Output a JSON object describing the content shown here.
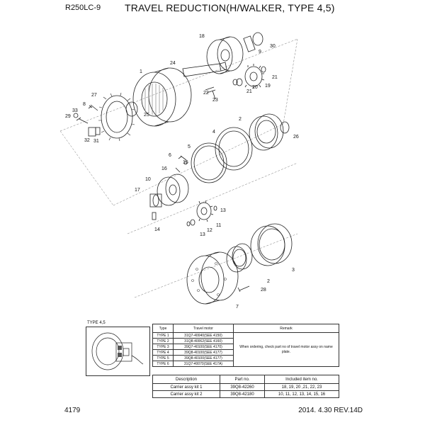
{
  "header": {
    "model": "R250LC-9",
    "title": "TRAVEL REDUCTION(H/WALKER, TYPE 4,5)"
  },
  "callouts": [
    "1",
    "2",
    "2",
    "3",
    "4",
    "5",
    "6",
    "7",
    "8",
    "9",
    "10",
    "11",
    "12",
    "13",
    "13",
    "14",
    "15",
    "16",
    "17",
    "18",
    "19",
    "20",
    "21",
    "21",
    "22",
    "23",
    "24",
    "25",
    "26",
    "27",
    "28",
    "29",
    "30",
    "31",
    "32",
    "33"
  ],
  "type_caption": "TYPE 4,5",
  "motor_table": {
    "headers": [
      "Type",
      "Travel motor",
      "Remark"
    ],
    "rows": [
      [
        "TYPE 1",
        "31Q7-40040(SEE 4150)"
      ],
      [
        "TYPE 2",
        "31Q8-40062(SEE 4160)"
      ],
      [
        "TYPE 3",
        "39Q7-40100(SEE 4170)"
      ],
      [
        "TYPE 4",
        "39Q8-40100(SEE 4177)"
      ],
      [
        "TYPE 5",
        "39Q8-40100(SEE 4177)"
      ],
      [
        "TYPE 6",
        "31Q7-40070(SEE 417A)"
      ]
    ],
    "remark": "When ordering, check part no of travel motor assy on name plate."
  },
  "kit_table": {
    "headers": [
      "Description",
      "Part no.",
      "Included item no."
    ],
    "rows": [
      [
        "Carrier assy kit 1",
        "39Q8-42260",
        "18, 19, 20 ,21, 22, 23"
      ],
      [
        "Carrier assy kit 2",
        "39Q8-42180",
        "10, 11, 12, 13, 14, 15, 16"
      ]
    ]
  },
  "footer": {
    "page": "4179",
    "date_rev": "2014. 4.30  REV.14D"
  }
}
